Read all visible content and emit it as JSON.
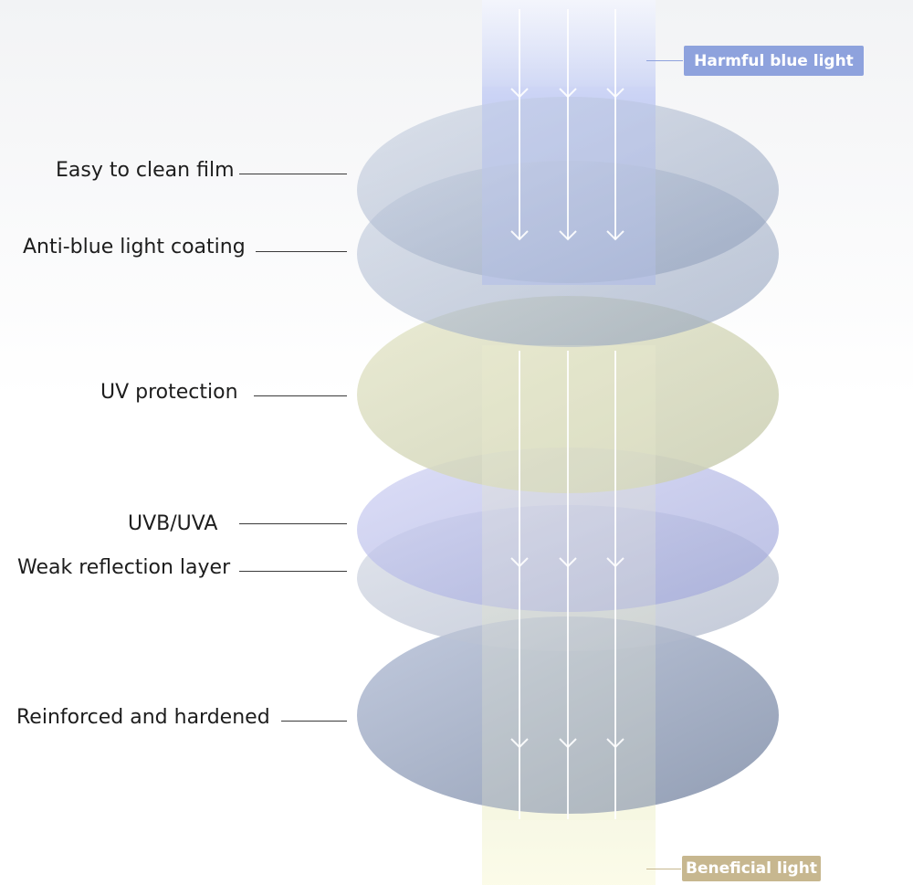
{
  "layers": [
    {
      "label": "Easy to clean film"
    },
    {
      "label": "Anti-blue light coating"
    },
    {
      "label": "UV protection"
    },
    {
      "label": "UVB/UVA"
    },
    {
      "label": "Weak reflection layer"
    },
    {
      "label": "Reinforced and hardened"
    }
  ],
  "tags": {
    "harmful": {
      "label": "Harmful blue light",
      "color": "#8ea2dd"
    },
    "beneficial": {
      "label": "Beneficial light",
      "color": "#c7b78f"
    }
  },
  "colors": {
    "lens_blue": "#9fb0cc",
    "lens_yellow": "#dcdcb8",
    "lens_violet": "#b7b9ea",
    "beam_blue": "#c3cdf3",
    "beam_yellow": "#eef0d2"
  }
}
